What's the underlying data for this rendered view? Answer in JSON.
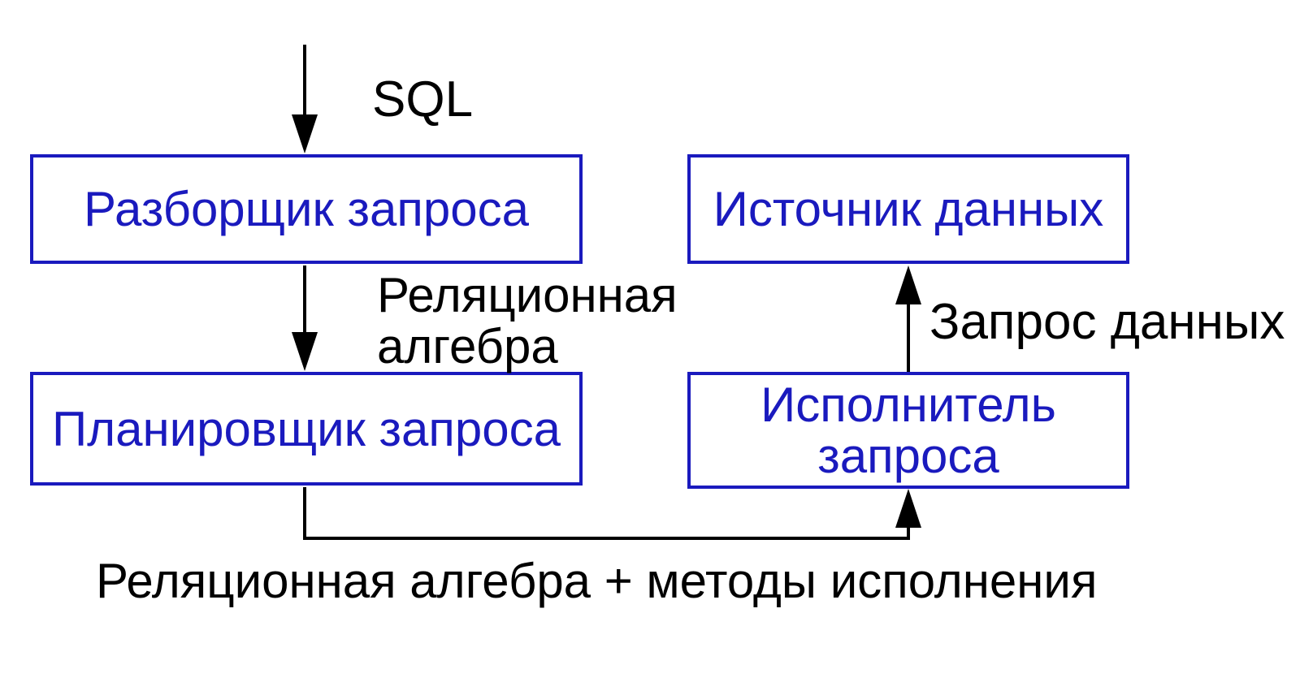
{
  "diagram": {
    "colors": {
      "box_border_and_text": "#1a1abe",
      "connector": "#000000",
      "background": "#ffffff"
    },
    "boxes": {
      "parser": {
        "label": "Разборщик запроса"
      },
      "data_source": {
        "label": "Источник данных"
      },
      "planner": {
        "label": "Планировщик запроса"
      },
      "executor": {
        "line1": "Исполнитель",
        "line2": "запроса"
      }
    },
    "labels": {
      "sql": "SQL",
      "relational_algebra_line1": "Реляционная",
      "relational_algebra_line2": "алгебра",
      "data_request": "Запрос данных",
      "bottom_caption": "Реляционная алгебра + методы исполнения"
    }
  }
}
